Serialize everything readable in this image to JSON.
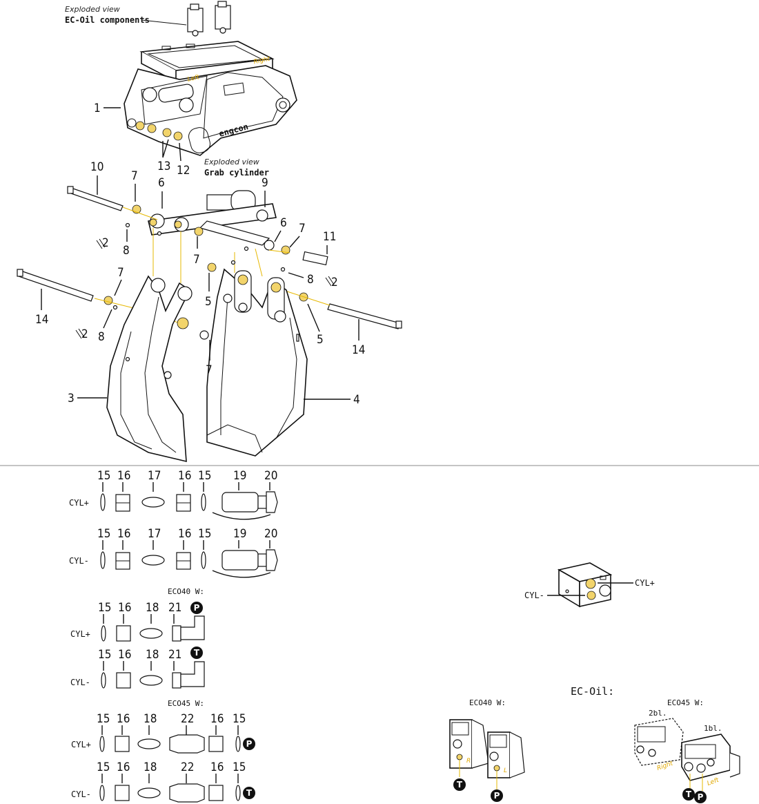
{
  "top": {
    "exploded_label": "Exploded view",
    "ec_oil_components": "EC-Oil components",
    "grab_exploded_label": "Exploded view",
    "grab_cylinder": "Grab cylinder",
    "brand": "engcon",
    "right_mark": "Right",
    "left_mark": "Left"
  },
  "callouts": [
    "1",
    "13",
    "12",
    "10",
    "7",
    "6",
    "9",
    "2",
    "8",
    "6",
    "7",
    "11",
    "7",
    "5",
    "8",
    "2",
    "14",
    "2",
    "8",
    "5",
    "14",
    "7",
    "3",
    "4"
  ],
  "hose_rows": {
    "row1": {
      "label": "CYL+",
      "numbers": [
        "15",
        "16",
        "17",
        "16",
        "15",
        "19",
        "20"
      ]
    },
    "row2": {
      "label": "CYL-",
      "numbers": [
        "15",
        "16",
        "17",
        "16",
        "15",
        "19",
        "20"
      ]
    },
    "eco40_title": "ECO40 W:",
    "row3": {
      "label": "CYL+",
      "numbers": [
        "15",
        "16",
        "18",
        "21"
      ],
      "badge": "P"
    },
    "row4": {
      "label": "CYL-",
      "numbers": [
        "15",
        "16",
        "18",
        "21"
      ],
      "badge": "T"
    },
    "eco45_title": "ECO45 W:",
    "row5": {
      "label": "CYL+",
      "numbers": [
        "15",
        "16",
        "18",
        "22",
        "16",
        "15"
      ],
      "badge": "P"
    },
    "row6": {
      "label": "CYL-",
      "numbers": [
        "15",
        "16",
        "18",
        "22",
        "16",
        "15"
      ],
      "badge": "T"
    }
  },
  "valve_block": {
    "cyl_plus": "CYL+",
    "cyl_minus": "CYL-"
  },
  "ec_oil": {
    "title": "EC-Oil:",
    "eco40_title": "ECO40 W:",
    "eco45_title": "ECO45 W:",
    "eco40_r": "R",
    "eco40_l": "L",
    "badge_t": "T",
    "badge_p": "P",
    "bl2": "2bl.",
    "bl1": "1bl.",
    "right_mark": "Right",
    "left_mark": "Left"
  },
  "colors": {
    "line": "#111111",
    "accent_yellow": "#e6b800",
    "badge": "#111111"
  }
}
